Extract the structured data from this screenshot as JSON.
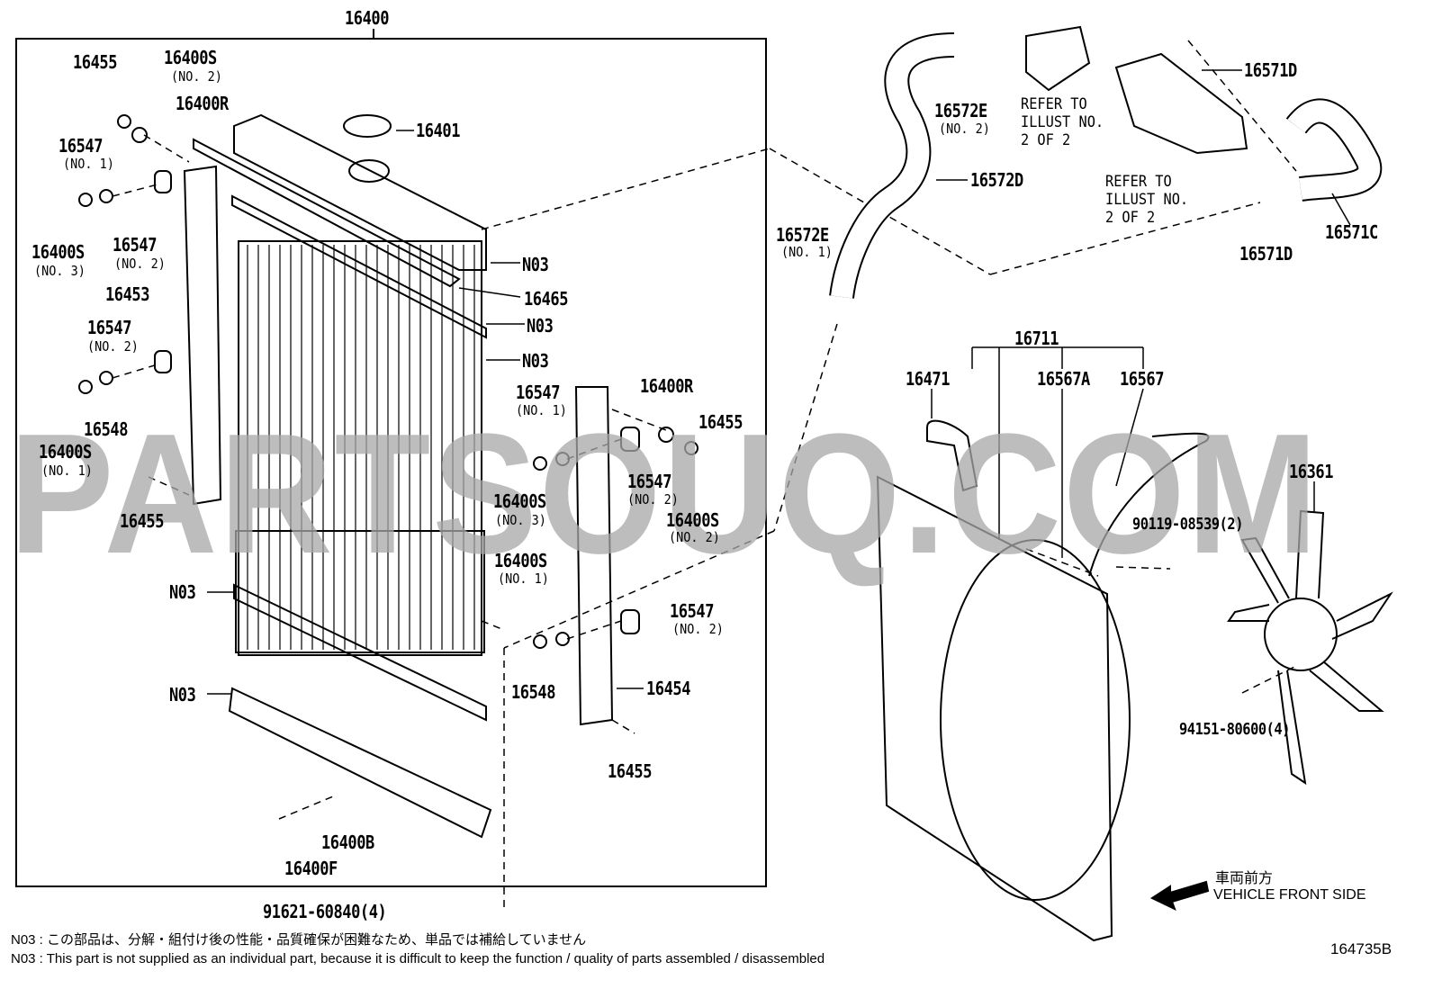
{
  "labels": {
    "assembly": "16400",
    "p16455": "16455",
    "p16400S": "16400S",
    "p16400R": "16400R",
    "p16401": "16401",
    "p16547": "16547",
    "p16453": "16453",
    "p16465": "16465",
    "n03": "N03",
    "p16548": "16548",
    "p16454": "16454",
    "p16400B": "16400B",
    "p16400F": "16400F",
    "bolt": "91621-60840(4)",
    "p16572E": "16572E",
    "p16572D": "16572D",
    "p16571D": "16571D",
    "p16571C": "16571C",
    "p16711": "16711",
    "p16471": "16471",
    "p16567A": "16567A",
    "p16567": "16567",
    "p16361": "16361",
    "p90119": "90119-08539(2)",
    "p94151": "94151-80600(4)"
  },
  "subs": {
    "no1": "(NO. 1)",
    "no2": "(NO. 2)",
    "no3": "(NO. 3)"
  },
  "refer": "REFER TO\nILLUST NO.\n2 OF 2",
  "direction": {
    "jp": "車両前方",
    "en": "VEHICLE FRONT SIDE"
  },
  "watermark": "PARTSOUQ.COM",
  "diagram_id": "164735B",
  "notes": {
    "jp": "N03 : この部品は、分解・組付け後の性能・品質確保が困難なため、単品では補給していません",
    "en": "N03 : This part is not supplied as an individual part, because it is difficult to keep the function / quality of parts assembled / disassembled"
  }
}
